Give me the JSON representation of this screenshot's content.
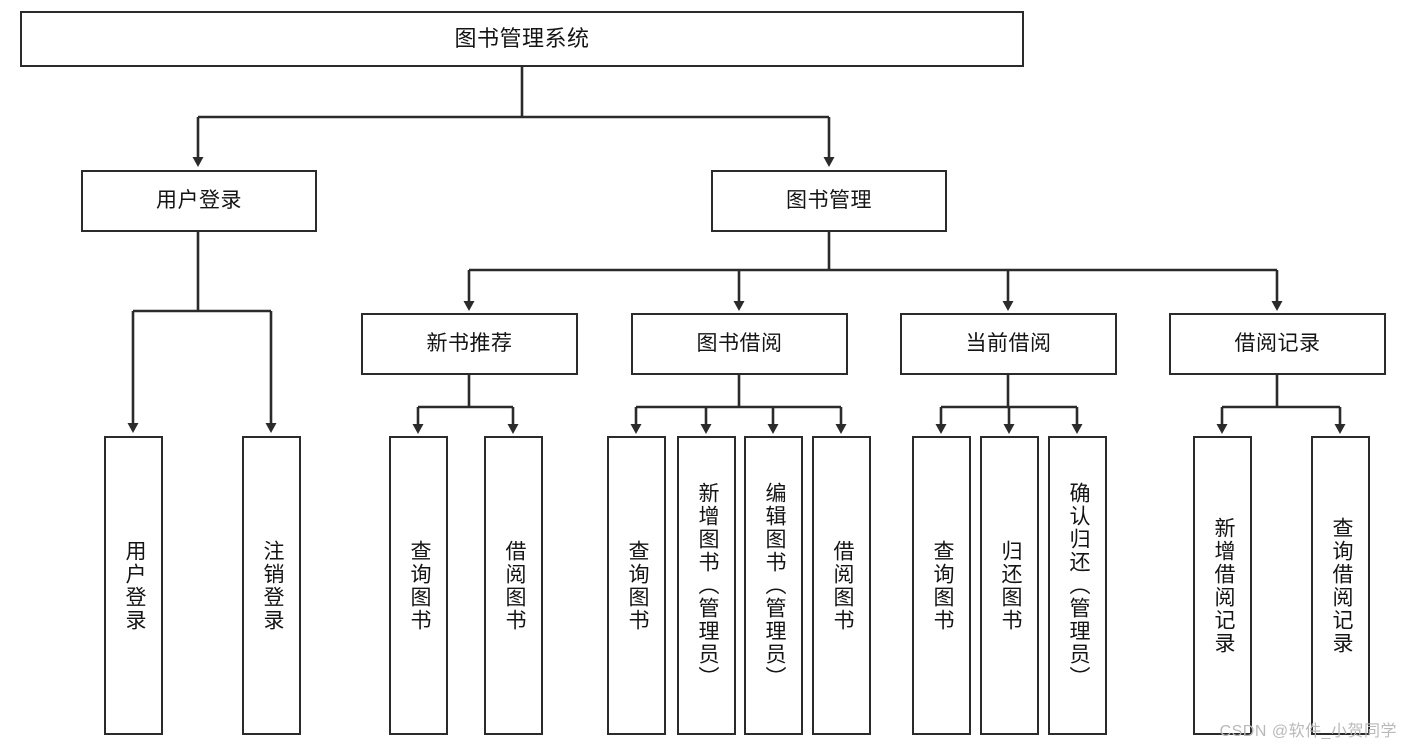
{
  "diagram": {
    "title": "图书管理系统",
    "type": "tree-hierarchy-diagram",
    "style": {
      "background": "#ffffff",
      "box_border": "#2b2b2b",
      "box_fill": "#ffffff",
      "text": "#141414",
      "connector": "#2b2b2b",
      "watermark": "#b9b9b9"
    },
    "watermark": "CSDN @软件_小贺同学",
    "nodes": {
      "root": {
        "label": "图书管理系统"
      },
      "level2": [
        {
          "id": "user-login",
          "label": "用户登录"
        },
        {
          "id": "book-management",
          "label": "图书管理"
        }
      ],
      "level3": [
        {
          "id": "new-book-recommend",
          "label": "新书推荐"
        },
        {
          "id": "book-borrow",
          "label": "图书借阅"
        },
        {
          "id": "current-borrow",
          "label": "当前借阅"
        },
        {
          "id": "borrow-record",
          "label": "借阅记录"
        }
      ],
      "leaves": {
        "user-login": [
          {
            "id": "leaf-user-login",
            "label": "用户登录"
          },
          {
            "id": "leaf-logout-login",
            "label": "注销登录"
          }
        ],
        "new-book-recommend": [
          {
            "id": "leaf-query-book-1",
            "label": "查询图书"
          },
          {
            "id": "leaf-borrow-book-1",
            "label": "借阅图书"
          }
        ],
        "book-borrow": [
          {
            "id": "leaf-query-book-2",
            "label": "查询图书"
          },
          {
            "id": "leaf-add-book",
            "label": "新增图书（管理员）"
          },
          {
            "id": "leaf-edit-book",
            "label": "编辑图书（管理员）"
          },
          {
            "id": "leaf-borrow-book-2",
            "label": "借阅图书"
          }
        ],
        "current-borrow": [
          {
            "id": "leaf-query-book-3",
            "label": "查询图书"
          },
          {
            "id": "leaf-return-book",
            "label": "归还图书"
          },
          {
            "id": "leaf-confirm-return",
            "label": "确认归还（管理员）"
          }
        ],
        "borrow-record": [
          {
            "id": "leaf-add-record",
            "label": "新增借阅记录"
          },
          {
            "id": "leaf-query-record",
            "label": "查询借阅记录"
          }
        ]
      }
    }
  }
}
